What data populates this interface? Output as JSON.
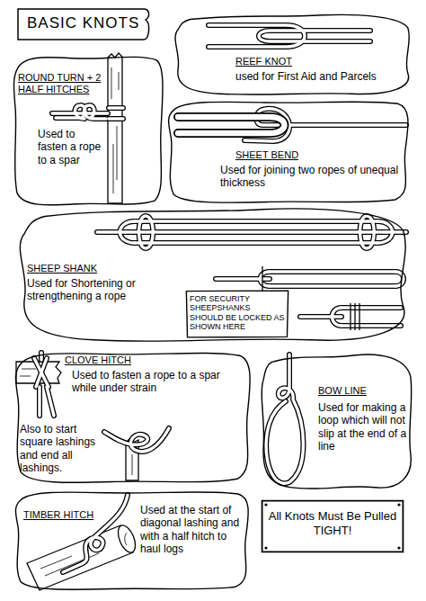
{
  "diagram": {
    "title": "BASIC KNOTS",
    "nodes": [
      {
        "text": [
          "ROUND TURN + 2 HALF HITCHES",
          "Used to fasten a rope to a spar"
        ]
      },
      {
        "text": [
          "REEF KNOT",
          "used for First Aid and Parcels"
        ]
      },
      {
        "text": [
          "SHEET BEND",
          "Used for joining two ropes of unequal thickness"
        ]
      },
      {
        "text": [
          "SHEEP SHANK",
          "Used for Shortening or strengthening a rope"
        ]
      },
      {
        "text": [
          "FOR SECURITY SHEEPSHANKS SHOULD BE LOCKED AS SHOWN HERE"
        ],
        "in": 3
      },
      {
        "text": [
          "CLOVE HITCH",
          "Used to fasten a rope to a spar while under strain",
          "Also to start square lashings and end all lashings."
        ]
      },
      {
        "text": [
          "BOW LINE",
          "Used for making a loop which will not slip at the end of a line"
        ]
      },
      {
        "text": [
          "TIMBER HITCH",
          "Used at the start of diagonal lashing and with a half hitch to haul logs"
        ]
      },
      {
        "text": [
          "All Knots Must Be Pulled TIGHT!"
        ]
      }
    ]
  }
}
